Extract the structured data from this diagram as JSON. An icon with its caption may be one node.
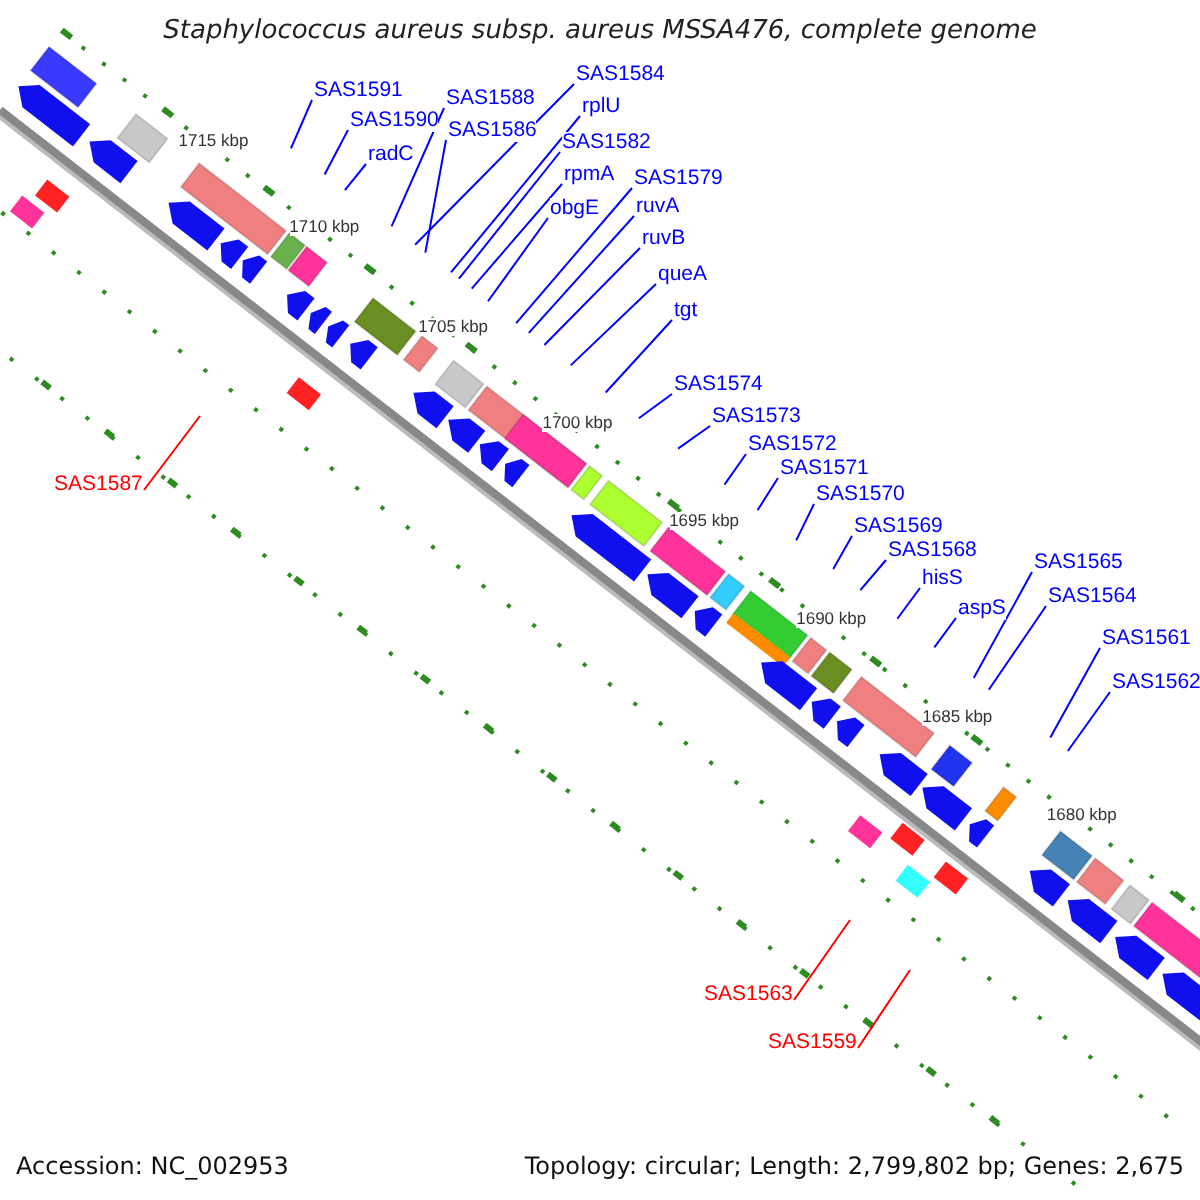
{
  "diagram": {
    "title": "Staphylococcus aureus subsp. aureus MSSA476, complete genome",
    "nodes": [
      {
        "text": [
          "SAS1591"
        ]
      },
      {
        "text": [
          "SAS1590"
        ]
      },
      {
        "text": [
          "radC"
        ]
      },
      {
        "text": [
          "SAS1588"
        ]
      },
      {
        "text": [
          "SAS1586"
        ]
      },
      {
        "text": [
          "SAS1584"
        ]
      },
      {
        "text": [
          "rplU"
        ]
      },
      {
        "text": [
          "SAS1582"
        ]
      },
      {
        "text": [
          "rpmA"
        ]
      },
      {
        "text": [
          "obgE"
        ]
      },
      {
        "text": [
          "SAS1579"
        ]
      },
      {
        "text": [
          "ruvA"
        ]
      },
      {
        "text": [
          "ruvB"
        ]
      },
      {
        "text": [
          "queA"
        ]
      },
      {
        "text": [
          "tgt"
        ]
      },
      {
        "text": [
          "SAS1574"
        ]
      },
      {
        "text": [
          "SAS1573"
        ]
      },
      {
        "text": [
          "SAS1572"
        ]
      },
      {
        "text": [
          "SAS1571"
        ]
      },
      {
        "text": [
          "SAS1570"
        ]
      },
      {
        "text": [
          "SAS1569"
        ]
      },
      {
        "text": [
          "SAS1568"
        ]
      },
      {
        "text": [
          "hisS"
        ]
      },
      {
        "text": [
          "aspS"
        ]
      },
      {
        "text": [
          "SAS1565"
        ]
      },
      {
        "text": [
          "SAS1564"
        ]
      },
      {
        "text": [
          "SAS1561"
        ]
      },
      {
        "text": [
          "SAS1562"
        ]
      },
      {
        "text": [
          "SAS1587"
        ]
      },
      {
        "text": [
          "SAS1563"
        ]
      },
      {
        "text": [
          "SAS1559"
        ]
      }
    ],
    "edges": [
      {
        "from": 0,
        "to": null,
        "arrow": "none"
      },
      {
        "from": 1,
        "to": null,
        "arrow": "none"
      },
      {
        "from": 2,
        "to": null,
        "arrow": "none"
      },
      {
        "from": 3,
        "to": null,
        "arrow": "none"
      },
      {
        "from": 4,
        "to": null,
        "arrow": "none"
      },
      {
        "from": 5,
        "to": null,
        "arrow": "none"
      },
      {
        "from": 6,
        "to": null,
        "arrow": "none"
      },
      {
        "from": 7,
        "to": null,
        "arrow": "none"
      },
      {
        "from": 8,
        "to": null,
        "arrow": "none"
      },
      {
        "from": 9,
        "to": null,
        "arrow": "none"
      },
      {
        "from": 10,
        "to": null,
        "arrow": "none"
      },
      {
        "from": 11,
        "to": null,
        "arrow": "none"
      },
      {
        "from": 12,
        "to": null,
        "arrow": "none"
      },
      {
        "from": 13,
        "to": null,
        "arrow": "none"
      },
      {
        "from": 14,
        "to": null,
        "arrow": "none"
      },
      {
        "from": 15,
        "to": null,
        "arrow": "none"
      },
      {
        "from": 16,
        "to": null,
        "arrow": "none"
      },
      {
        "from": 17,
        "to": null,
        "arrow": "none"
      },
      {
        "from": 18,
        "to": null,
        "arrow": "none"
      },
      {
        "from": 19,
        "to": null,
        "arrow": "none"
      },
      {
        "from": 20,
        "to": null,
        "arrow": "none"
      },
      {
        "from": 21,
        "to": null,
        "arrow": "none"
      },
      {
        "from": 22,
        "to": null,
        "arrow": "none"
      },
      {
        "from": 23,
        "to": null,
        "arrow": "none"
      },
      {
        "from": 24,
        "to": null,
        "arrow": "none"
      },
      {
        "from": 25,
        "to": null,
        "arrow": "none"
      },
      {
        "from": 26,
        "to": null,
        "arrow": "none"
      },
      {
        "from": 27,
        "to": null,
        "arrow": "none"
      },
      {
        "from": 28,
        "to": null,
        "arrow": "none",
        "color": "#ff0000"
      },
      {
        "from": 29,
        "to": null,
        "arrow": "none",
        "color": "#ff0000"
      },
      {
        "from": 30,
        "to": null,
        "arrow": "none",
        "color": "#ff0000"
      }
    ],
    "labels": [
      "1715 kbp",
      "1710 kbp",
      "1705 kbp",
      "1700 kbp",
      "1695 kbp",
      "1690 kbp",
      "1685 kbp",
      "1680 kbp",
      "Accession: NC_002953",
      "Topology: circular; Length: 2,799,802 bp; Genes: 2,675"
    ]
  }
}
